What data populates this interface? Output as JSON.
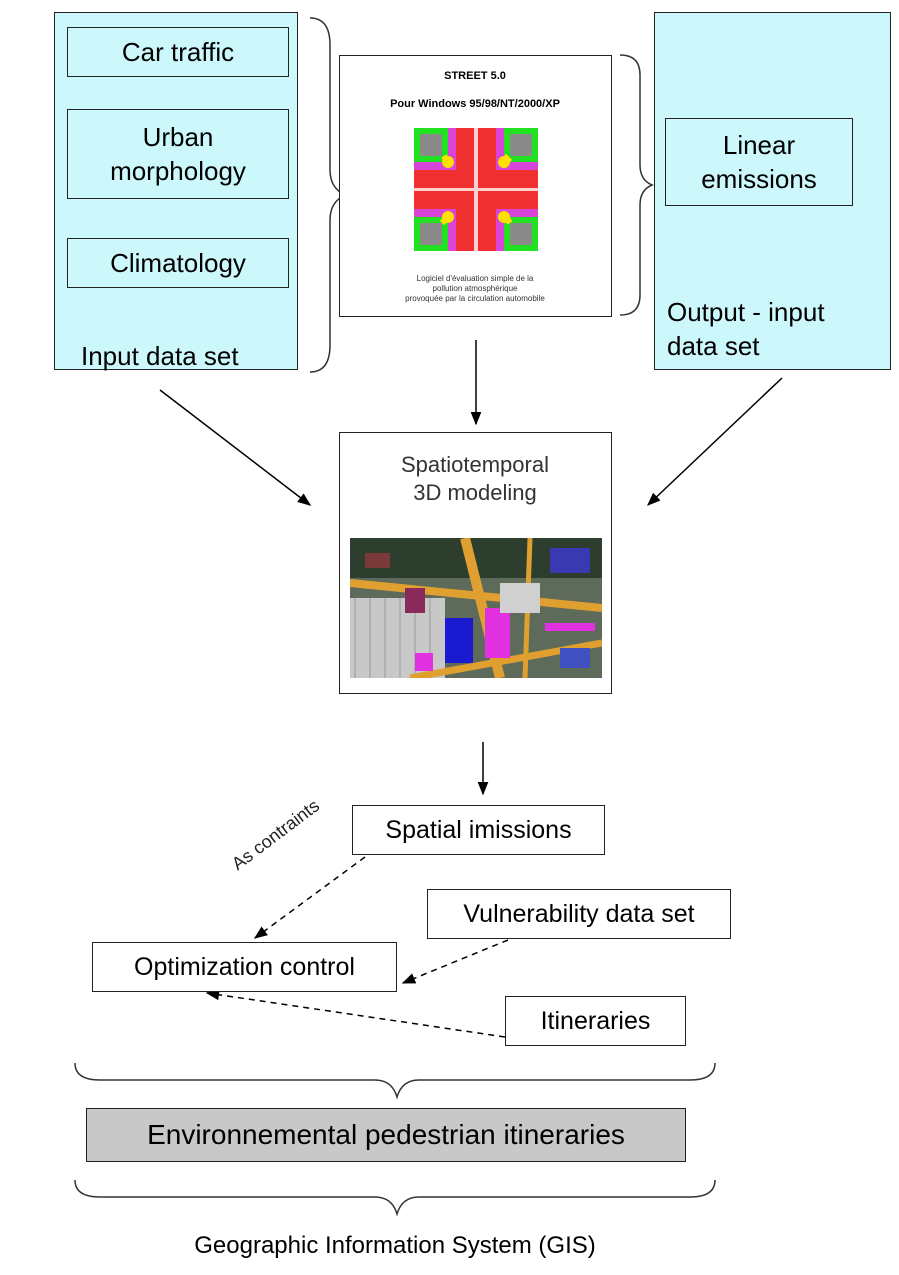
{
  "input_panel": {
    "boxes": [
      "Car traffic",
      "Urban\nmorphology",
      "Climatology"
    ],
    "caption": "Input data set"
  },
  "street": {
    "title": "STREET 5.0",
    "subtitle": "Pour Windows 95/98/NT/2000/XP",
    "footer": [
      "Logiciel d'évaluation simple de la",
      "pollution atmosphérique",
      "provoquée par la circulation automobile"
    ]
  },
  "output_panel": {
    "box": "Linear\nemissions",
    "caption": "Output - input\ndata set"
  },
  "modeling": {
    "title": "Spatiotemporal\n3D modeling"
  },
  "nodes": {
    "spatial_imissions": "Spatial imissions",
    "vulnerability": "Vulnerability data set",
    "optimization": "Optimization control",
    "itineraries": "Itineraries",
    "environmental": "Environnemental pedestrian itineraries"
  },
  "edge_label": "As contraints",
  "footer": "Geographic Information System (GIS)",
  "colors": {
    "panel_fill": "#ccf8fb",
    "env_fill": "#c8c8c8"
  }
}
